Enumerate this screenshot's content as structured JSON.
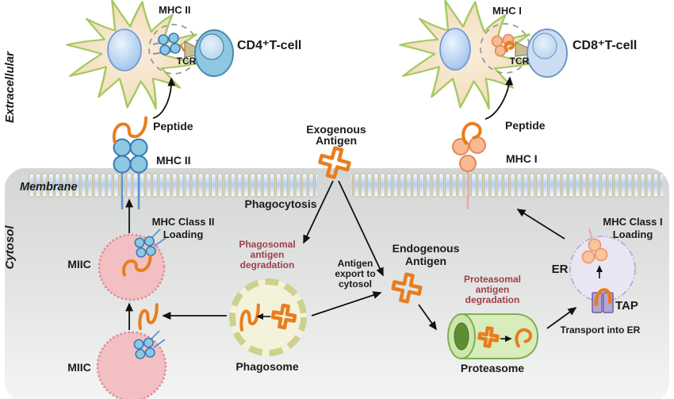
{
  "figure": {
    "type": "pathway-diagram",
    "topic": "MHC class I and class II antigen presentation",
    "regions": {
      "extracellular": "Extracellular",
      "membrane": "Membrane",
      "cytosol": "Cytosol"
    },
    "top_left_synapse": {
      "mhc_label": "MHC II",
      "tcr_label": "TCR",
      "tcell_label": "CD4⁺T-cell"
    },
    "top_right_synapse": {
      "mhc_label": "MHC I",
      "tcr_label": "TCR",
      "tcell_label": "CD8⁺T-cell"
    },
    "surface_mhc2": {
      "peptide": "Peptide",
      "mhc": "MHC II"
    },
    "surface_mhc1": {
      "peptide": "Peptide",
      "mhc": "MHC I"
    },
    "exogenous": {
      "line1": "Exogenous",
      "line2": "Antigen"
    },
    "phagocytosis": "Phagocytosis",
    "mhc2_loading": {
      "line1": "MHC Class II",
      "line2": "Loading"
    },
    "miic_top": "MIIC",
    "miic_bottom": "MIIC",
    "phagosomal": {
      "line1": "Phagosomal",
      "line2": "antigen",
      "line3": "degradation"
    },
    "phagosome": "Phagosome",
    "antigen_export": {
      "line1": "Antigen",
      "line2": "export to",
      "line3": "cytosol"
    },
    "endogenous": {
      "line1": "Endogenous",
      "line2": "Antigen"
    },
    "proteasomal": {
      "line1": "Proteasomal",
      "line2": "antigen",
      "line3": "degradation"
    },
    "proteasome": "Proteasome",
    "transport_er": "Transport into ER",
    "er_label": "ER",
    "tap_label": "TAP",
    "mhc1_loading": {
      "line1": "MHC Class I",
      "line2": "Loading"
    },
    "colors": {
      "antigen_orange": "#e87d1e",
      "mhc2_blue_fill": "#8ec8e0",
      "mhc2_blue_stroke": "#3878b8",
      "mhc1_salmon_fill": "#f7ba93",
      "mhc1_salmon_stroke": "#e5855a",
      "miic_pink": "#f2c0c3",
      "phagosome_fill": "#f4f2da",
      "phagosome_border": "#cdd18e",
      "proteasome_fill": "#d9ecbc",
      "proteasome_border": "#7cb050",
      "er_fill": "#eae6f5",
      "er_border": "#b2a9d4",
      "tap_fill": "#b5a6d2",
      "red_text": "#a03f48",
      "cytosol_gray": "#d6d8d8",
      "membrane_tile_blue": "#b7cfeb"
    }
  }
}
